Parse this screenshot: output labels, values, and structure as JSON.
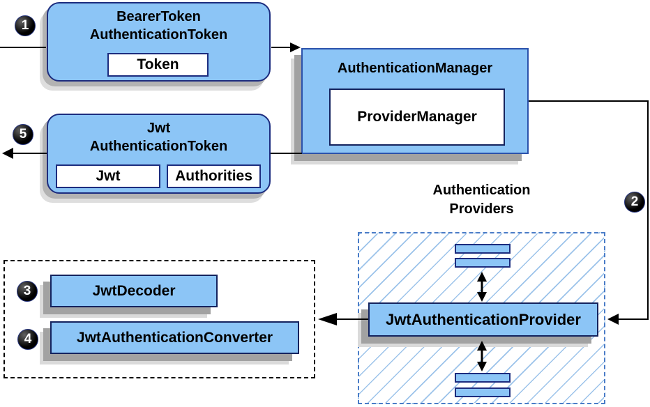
{
  "nodes": {
    "bearer": {
      "title1": "BearerToken",
      "title2": "AuthenticationToken",
      "chip": "Token"
    },
    "manager": {
      "title": "AuthenticationManager",
      "chip": "ProviderManager"
    },
    "jwt_token": {
      "title1": "Jwt",
      "title2": "AuthenticationToken",
      "chip1": "Jwt",
      "chip2": "Authorities"
    },
    "providers_group": {
      "label1": "Authentication",
      "label2": "Providers"
    },
    "jwt_provider": {
      "title": "JwtAuthenticationProvider"
    },
    "jwt_decoder": {
      "title": "JwtDecoder"
    },
    "jwt_converter": {
      "title": "JwtAuthenticationConverter"
    }
  },
  "steps": {
    "s1": "1",
    "s2": "2",
    "s3": "3",
    "s4": "4",
    "s5": "5"
  },
  "colors": {
    "node_fill": "#8CC5F6",
    "rounded_border": "#1C2C7E",
    "manager_border": "#2B52AB",
    "dark_border": "#14235E",
    "hatch_line": "#9CC3EA",
    "dashed_blue": "#4A7CC7",
    "shadow_dark": "#A2A2A2",
    "shadow_light": "#DADADA",
    "arrow": "#000000",
    "badge_fill": "#000000",
    "badge_text": "#FFFFFF"
  }
}
